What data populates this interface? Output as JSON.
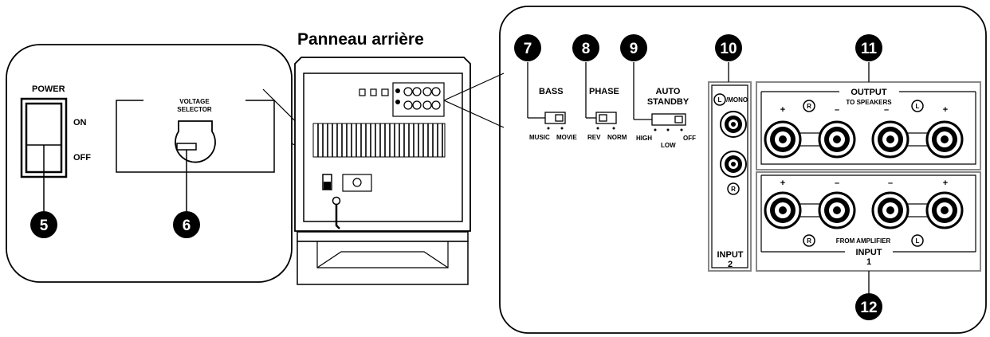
{
  "title": "Panneau arrière",
  "callouts": [
    "5",
    "6",
    "7",
    "8",
    "9",
    "10",
    "11",
    "12"
  ],
  "left_panel": {
    "power_label": "POWER",
    "on_label": "ON",
    "off_label": "OFF",
    "voltage_line1": "VOLTAGE",
    "voltage_line2": "SELECTOR"
  },
  "switches": {
    "bass": {
      "label": "BASS",
      "opt1": "MUSIC",
      "opt2": "MOVIE"
    },
    "phase": {
      "label": "PHASE",
      "opt1": "REV",
      "opt2": "NORM"
    },
    "auto_standby": {
      "line1": "AUTO",
      "line2": "STANDBY",
      "opt1": "HIGH",
      "opt2": "LOW",
      "opt3": "OFF"
    }
  },
  "input2": {
    "lmono": "/MONO",
    "l_mark": "L",
    "r_mark": "R",
    "label": "INPUT",
    "number": "2"
  },
  "output": {
    "label": "OUTPUT",
    "sublabel": "TO SPEAKERS",
    "plus": "+",
    "minus": "–",
    "r_mark": "R",
    "l_mark": "L"
  },
  "input1": {
    "label": "INPUT",
    "number": "1",
    "from_amp": "FROM AMPLIFIER",
    "plus": "+",
    "minus": "–",
    "r_mark": "R",
    "l_mark": "L"
  }
}
